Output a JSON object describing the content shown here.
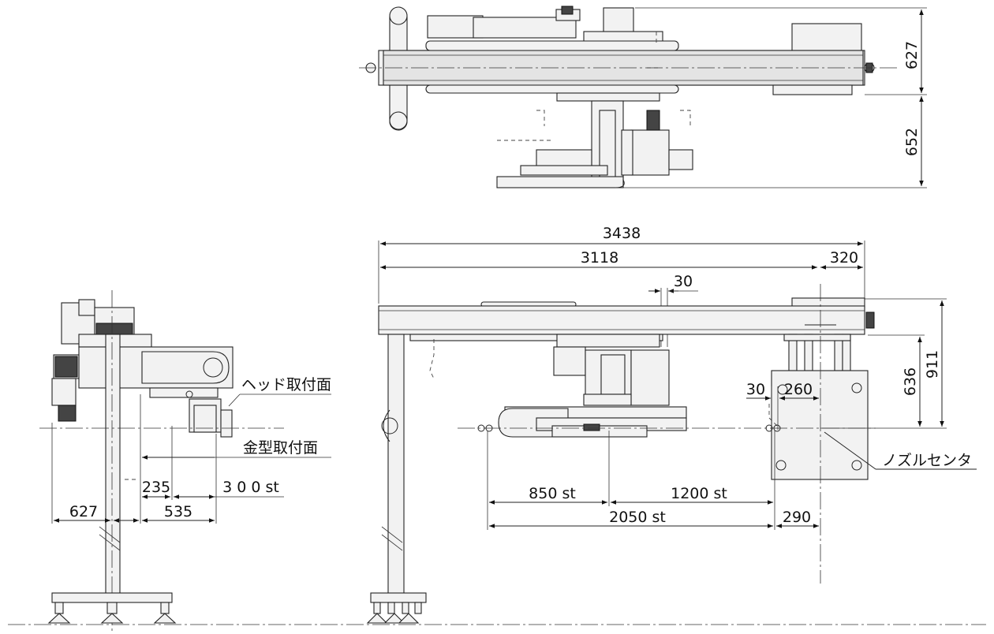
{
  "labels": {
    "head_mount_face": "ヘッド取付面",
    "mold_mount_face": "金型取付面",
    "nozzle_center": "ノズルセンタ"
  },
  "dimensions": {
    "top_627": "627",
    "top_652": "652",
    "total_3438": "3438",
    "d_3118": "3118",
    "d_320": "320",
    "d_30_top": "30",
    "d_911": "911",
    "d_636": "636",
    "d_30_side": "30",
    "d_260": "260",
    "st_850": "850 st",
    "st_1200": "1200 st",
    "st_2050": "2050 st",
    "d_290": "290",
    "left_627": "627",
    "left_535": "535",
    "left_235": "235",
    "st_300": "3 0 0  st"
  }
}
